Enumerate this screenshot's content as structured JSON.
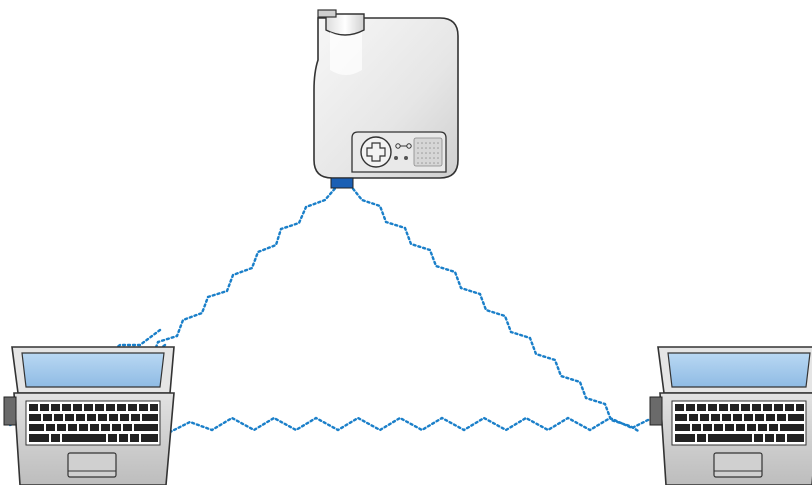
{
  "diagram": {
    "devices": [
      {
        "id": "projector",
        "icon": "projector-icon",
        "usb_adapter_color": "#1a5fb4"
      },
      {
        "id": "laptop-left",
        "icon": "laptop-icon",
        "usb_adapter_color": "#6a6a6a"
      },
      {
        "id": "laptop-right",
        "icon": "laptop-icon",
        "usb_adapter_color": "#6a6a6a"
      }
    ],
    "links": [
      {
        "from": "projector",
        "to": "laptop-left",
        "style": "wireless-dotted"
      },
      {
        "from": "projector",
        "to": "laptop-right",
        "style": "wireless-dotted"
      },
      {
        "from": "laptop-left",
        "to": "laptop-right",
        "style": "wireless-dotted"
      }
    ],
    "colors": {
      "signal": "#1a7fc9",
      "screen": "#9fc6ea",
      "outline": "#333333",
      "body": "#d8d8d8"
    }
  }
}
